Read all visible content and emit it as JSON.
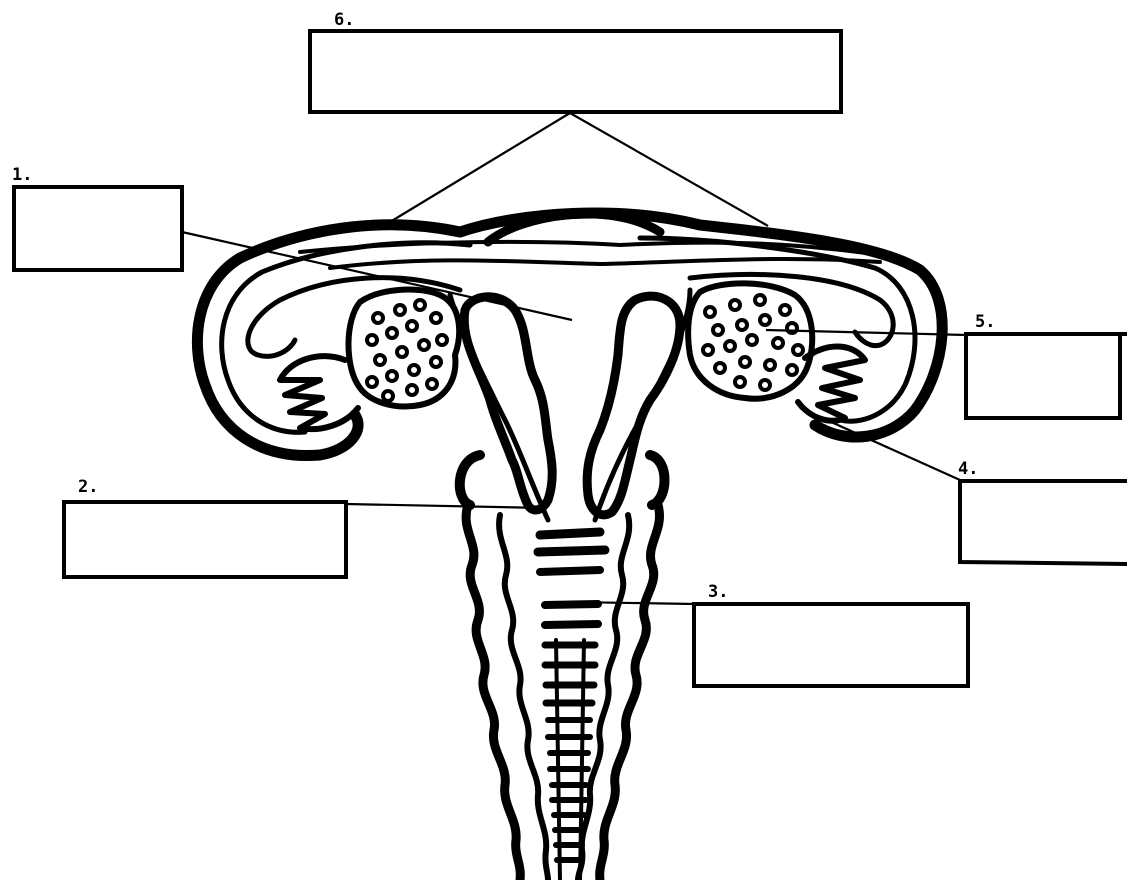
{
  "labels": [
    {
      "id": "1",
      "text": "1."
    },
    {
      "id": "2",
      "text": "2."
    },
    {
      "id": "3",
      "text": "3."
    },
    {
      "id": "4",
      "text": "4."
    },
    {
      "id": "5",
      "text": "5."
    },
    {
      "id": "6",
      "text": "6."
    }
  ],
  "answers": [
    "",
    "",
    "",
    "",
    "",
    ""
  ],
  "colors": {
    "ink": "#000000",
    "paper": "#ffffff"
  }
}
